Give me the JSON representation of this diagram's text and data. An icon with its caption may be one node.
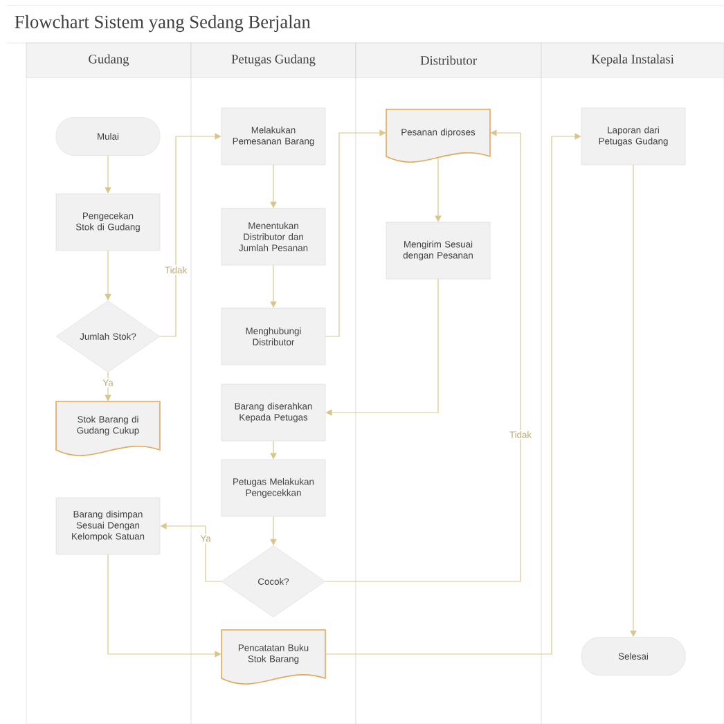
{
  "diagram": {
    "title": "Flowchart Sistem yang Sedang Berjalan",
    "nodes": [
      {
        "text": [
          "Gudang"
        ]
      },
      {
        "text": [
          "Petugas Gudang"
        ]
      },
      {
        "text": [
          "Distributor"
        ]
      },
      {
        "text": [
          "Kepala Instalasi"
        ]
      },
      {
        "text": [
          "Mulai"
        ],
        "in": 0
      },
      {
        "text": [
          "Pengecekan Stok di Gudang"
        ],
        "in": 0
      },
      {
        "text": [
          "Jumlah Stok?"
        ],
        "in": 0
      },
      {
        "text": [
          "Stok Barang di Gudang Cukup"
        ],
        "in": 0
      },
      {
        "text": [
          "Barang disimpan Sesuai Dengan Kelompok Satuan"
        ],
        "in": 0
      },
      {
        "text": [
          "Melakukan Pemesanan Barang"
        ],
        "in": 1
      },
      {
        "text": [
          "Menentukan Distributor dan Jumlah Pesanan"
        ],
        "in": 1
      },
      {
        "text": [
          "Menghubungi Distributor"
        ],
        "in": 1
      },
      {
        "text": [
          "Barang diserahkan Kepada Petugas"
        ],
        "in": 1
      },
      {
        "text": [
          "Petugas Melakukan Pengecekkan"
        ],
        "in": 1
      },
      {
        "text": [
          "Cocok?"
        ],
        "in": 1
      },
      {
        "text": [
          "Pencatatan Buku Stok Barang"
        ],
        "in": 1
      },
      {
        "text": [
          "Pesanan diproses"
        ],
        "in": 2
      },
      {
        "text": [
          "Mengirim Sesuai dengan Pesanan"
        ],
        "in": 2
      },
      {
        "text": [
          "Laporan dari Petugas Gudang"
        ],
        "in": 3
      },
      {
        "text": [
          "Selesai"
        ],
        "in": 3
      }
    ],
    "edges": [
      {
        "from": 4,
        "to": 5,
        "arrow": "to"
      },
      {
        "from": 5,
        "to": 6,
        "arrow": "to"
      },
      {
        "from": 6,
        "to": 9,
        "arrow": "to",
        "label": "Tidak"
      },
      {
        "from": 6,
        "to": 7,
        "arrow": "to",
        "label": "Ya"
      },
      {
        "from": 9,
        "to": 10,
        "arrow": "to"
      },
      {
        "from": 10,
        "to": 11,
        "arrow": "to"
      },
      {
        "from": 11,
        "to": 16,
        "arrow": "to"
      },
      {
        "from": 16,
        "to": 17,
        "arrow": "to"
      },
      {
        "from": 17,
        "to": 12,
        "arrow": "to"
      },
      {
        "from": 12,
        "to": 13,
        "arrow": "to"
      },
      {
        "from": 13,
        "to": 14,
        "arrow": "to"
      },
      {
        "from": 14,
        "to": 8,
        "arrow": "to",
        "label": "Ya"
      },
      {
        "from": 14,
        "to": 16,
        "arrow": "to",
        "label": "Tidak"
      },
      {
        "from": 8,
        "to": 15,
        "arrow": "to"
      },
      {
        "from": 15,
        "to": 18,
        "arrow": "to"
      },
      {
        "from": 18,
        "to": 19,
        "arrow": "to"
      }
    ]
  }
}
